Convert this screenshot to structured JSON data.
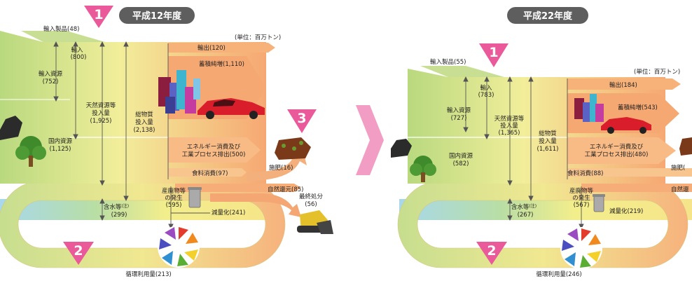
{
  "colors": {
    "flow_green": "#c6de8f",
    "flow_orange": "#f7b27a",
    "flow_yellow": "#f3ee8c",
    "water_blue": "#a7d8ec",
    "badge_gray": "#5e5e5e",
    "marker_pink": "#ea5a9a",
    "arrow_pink": "#f29ec4"
  },
  "left": {
    "year": "平成12年度",
    "unit": "(単位：百万トン)",
    "import_products": "輸入製品(48)",
    "import_resources": [
      "輸入資源",
      "(752)"
    ],
    "imports": [
      "輸入",
      "(800)"
    ],
    "domestic_resources": [
      "国内資源",
      "(1,125)"
    ],
    "natural_input": [
      "天然資源等",
      "投入量",
      "(1,925)"
    ],
    "total_input": [
      "総物質",
      "投入量",
      "(2,138)"
    ],
    "exports": "輸出(120)",
    "stock": "蓄積純増(1,110)",
    "energy": [
      "エネルギー消費及び",
      "工業プロセス排出(500)"
    ],
    "food": "食料消費(97)",
    "fertilizer": "施肥(16)",
    "natural_return": "自然還元(85)",
    "final_disposal": [
      "最終処分",
      "(56)"
    ],
    "water": [
      "含水等",
      "(注)",
      "(299)"
    ],
    "waste": [
      "産廃物等",
      "の発生",
      "(595)"
    ],
    "reduction": "減量化(241)",
    "recycle": "循環利用量(213)",
    "markers": [
      "1",
      "2",
      "3"
    ]
  },
  "right": {
    "year": "平成22年度",
    "unit": "(単位：百万トン)",
    "import_products": "輸入製品(55)",
    "import_resources": [
      "輸入資源",
      "(727)"
    ],
    "imports": [
      "輸入",
      "(783)"
    ],
    "domestic_resources": [
      "国内資源",
      "(582)"
    ],
    "natural_input": [
      "天然資源等",
      "投入量",
      "(1,365)"
    ],
    "total_input": [
      "総物質",
      "投入量",
      "(1,611)"
    ],
    "exports": "輸出(184)",
    "stock": "蓄積純増(543)",
    "energy": [
      "エネルギー消費及び",
      "工業プロセス排出(480)"
    ],
    "food": "食料消費(88)",
    "fertilizer": "施肥(",
    "natural_return": "自然還",
    "water": [
      "含水等",
      "(注)",
      "(267)"
    ],
    "waste": [
      "産廃物等",
      "の発生",
      "(567)"
    ],
    "reduction": "減量化(219)",
    "recycle": "循環利用量(246)",
    "markers": [
      "1",
      "2"
    ]
  }
}
